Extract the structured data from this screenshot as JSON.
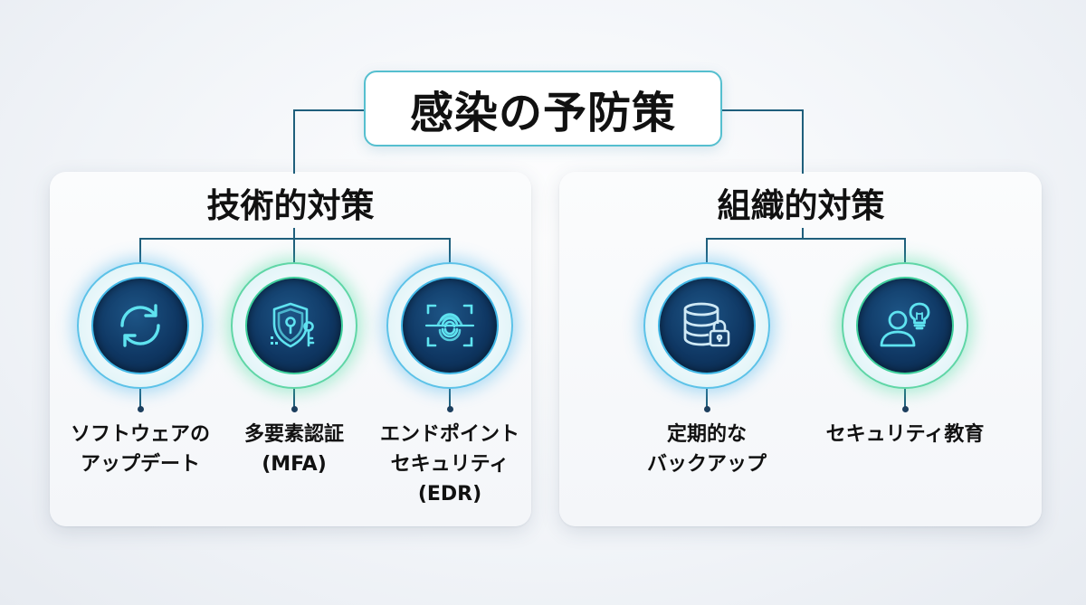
{
  "title": "感染の予防策",
  "categories": [
    {
      "heading": "技術的対策",
      "items": [
        {
          "line1": "ソフトウェアの",
          "line2": "アップデート",
          "line3": "",
          "icon": "refresh-icon"
        },
        {
          "line1": "多要素認証",
          "line2": "(MFA)",
          "line3": "",
          "icon": "shield-key-icon"
        },
        {
          "line1": "エンドポイント",
          "line2": "セキュリティ",
          "line3": "(EDR)",
          "icon": "fingerprint-scan-icon"
        }
      ]
    },
    {
      "heading": "組織的対策",
      "items": [
        {
          "line1": "定期的な",
          "line2": "バックアップ",
          "line3": "",
          "icon": "database-lock-icon"
        },
        {
          "line1": "セキュリティ教育",
          "line2": "",
          "line3": "",
          "icon": "user-lightbulb-icon"
        }
      ]
    }
  ],
  "colors": {
    "connector": "#1f5f7c",
    "title_border": "#55bfcf",
    "glow_blue": "#5cc2e8",
    "glow_green": "#5fd6a6",
    "icon_cyan": "#5fe3f0",
    "node_core": "#0f3763"
  }
}
